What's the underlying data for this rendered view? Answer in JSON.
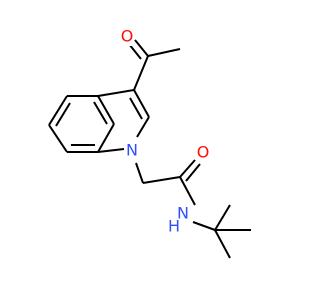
{
  "molecule": {
    "atoms": {
      "acetyl_oxygen": {
        "symbol": "O",
        "color": "#FF0D0D"
      },
      "ring_nitrogen": {
        "symbol": "N",
        "color": "#3050F8"
      },
      "amide_oxygen": {
        "symbol": "O",
        "color": "#FF0D0D"
      },
      "amide_nitrogen": {
        "symbol": "N",
        "color": "#3050F8"
      },
      "amide_hydrogen": {
        "symbol": "H",
        "color": "#3050F8"
      }
    },
    "bond_color": "#000000",
    "background": "#FFFFFF"
  }
}
